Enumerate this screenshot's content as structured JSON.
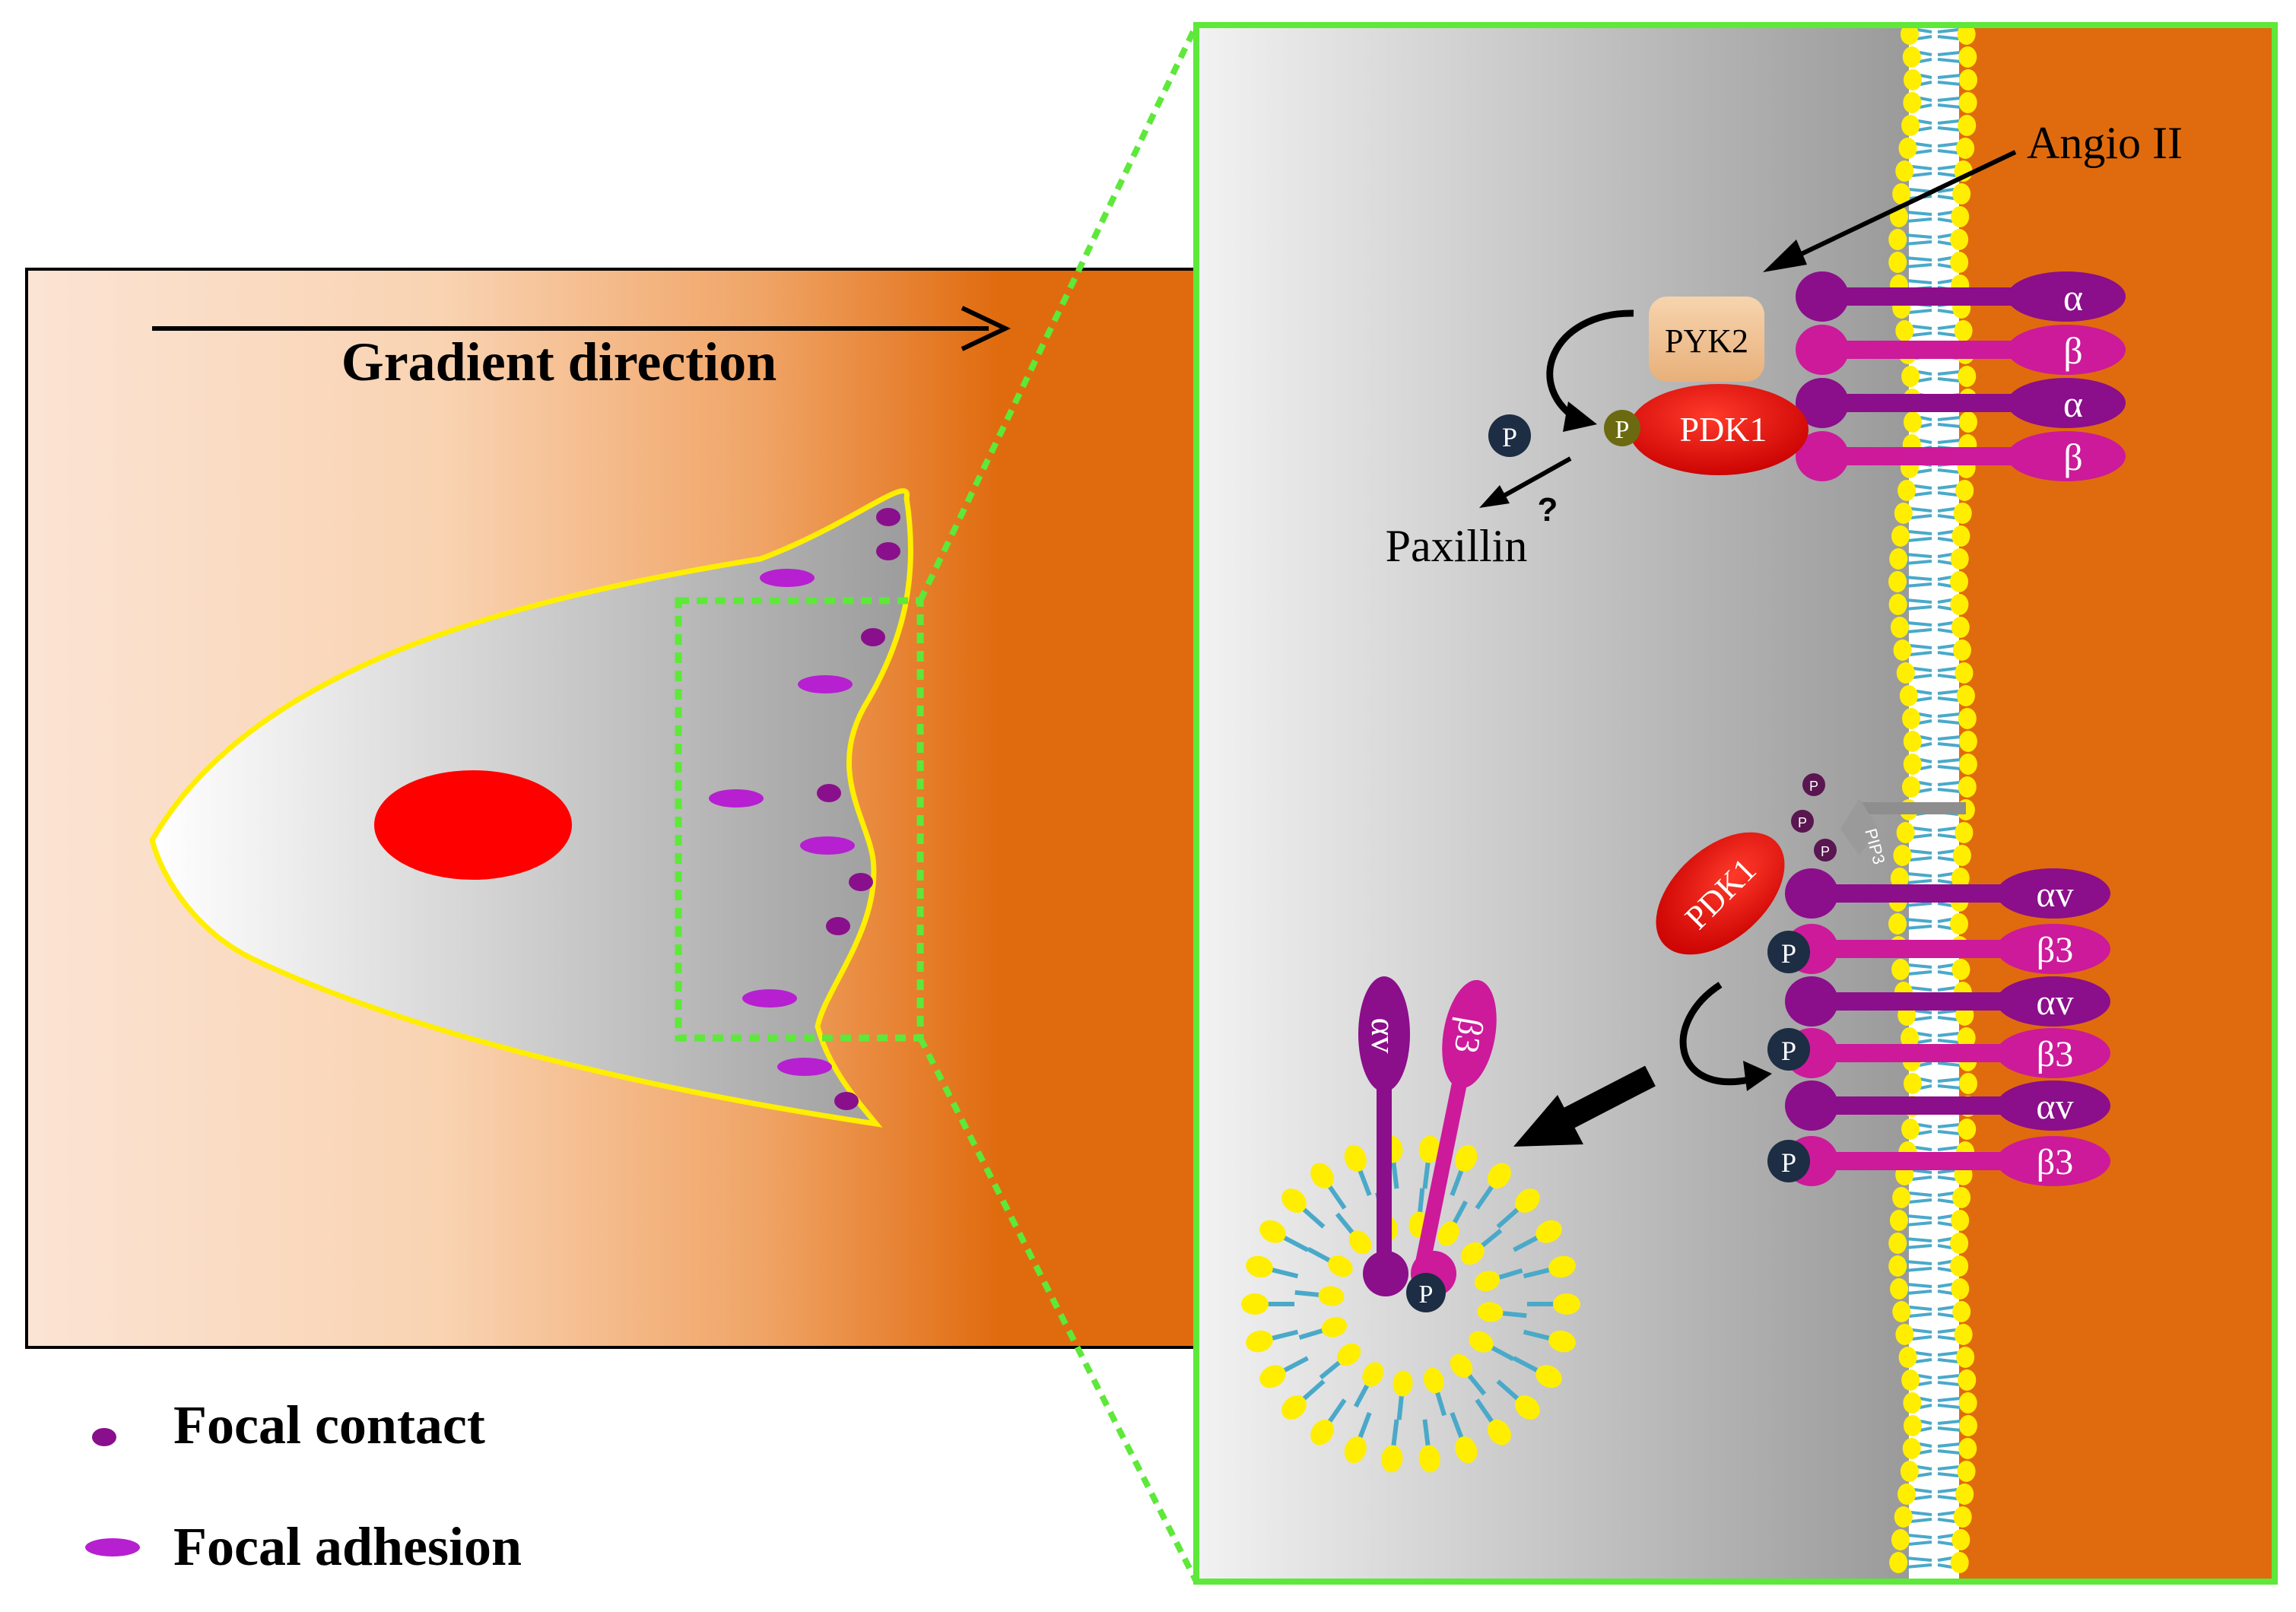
{
  "main_panel": {
    "gradient_label": "Gradient direction"
  },
  "legend": {
    "focal_contact": "Focal contact",
    "focal_adhesion": "Focal adhesion"
  },
  "inset": {
    "angio": "Angio II",
    "pyk2": "PYK2",
    "pdk1_top": "PDK1",
    "pdk1_bottom": "PDK1",
    "paxillin": "Paxillin",
    "question": "?",
    "p": "P",
    "pip3": "PIP3",
    "alpha": "α",
    "beta": "β",
    "alpha_v": "αv",
    "beta3": "β3"
  },
  "colors": {
    "orange": "#e06b0e",
    "cell_outline": "#ffee00",
    "nucleus": "#ff0000",
    "focal": "#8a0f8c",
    "adhesion": "#b620d0",
    "inset_border": "#5ee83a",
    "alpha_purple": "#8b0e8b",
    "beta_magenta": "#cc1a9a",
    "lipid_head": "#ffee00",
    "lipid_tail": "#4aa9c9",
    "pdk1_red": "#e00000",
    "pyk2_tan": "#f0c090",
    "p_dark": "#1c2d44",
    "p_olive": "#6b6a10"
  }
}
